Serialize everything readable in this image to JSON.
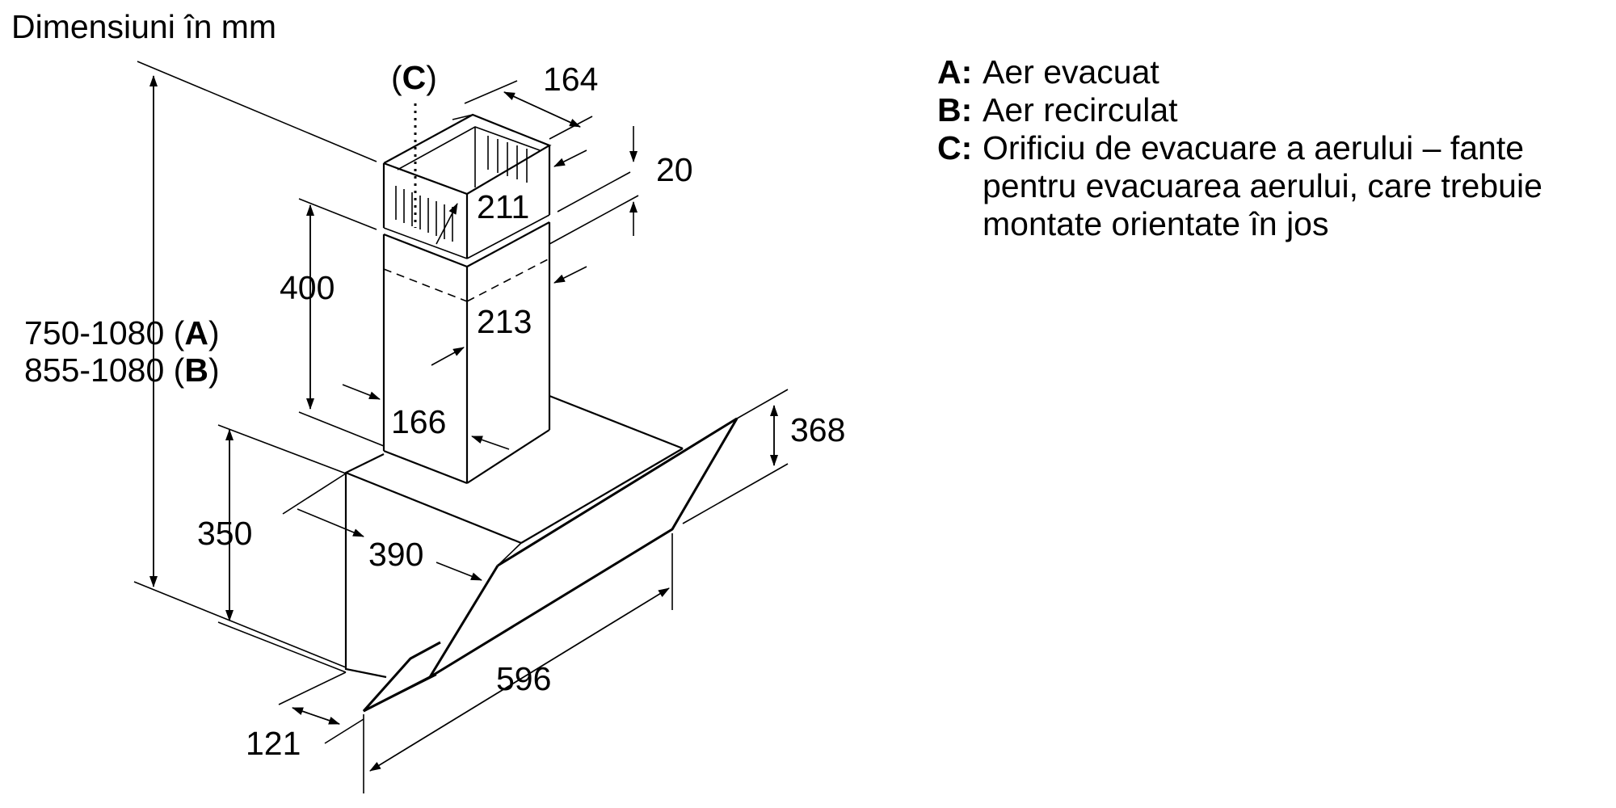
{
  "title": "Dimensiuni în mm",
  "legend": [
    {
      "key": "A:",
      "text": "Aer evacuat"
    },
    {
      "key": "B:",
      "text": "Aer recirculat"
    },
    {
      "key": "C:",
      "text": "Orificiu de evacuare a aerului – fante pentru evacuarea aerului, care trebuie montate orientate în jos"
    }
  ],
  "dimensions": {
    "c_marker": {
      "open": "(",
      "letter": "C",
      "close": ")"
    },
    "d164": "164",
    "d20": "20",
    "d211": "211",
    "d400": "400",
    "d213": "213",
    "d166": "166",
    "d368": "368",
    "d350": "350",
    "d390": "390",
    "d596": "596",
    "d121": "121",
    "height_a": {
      "range": "750-1080 (",
      "letter": "A",
      "close": ")"
    },
    "height_b": {
      "range": "855-1080 (",
      "letter": "B",
      "close": ")"
    }
  }
}
